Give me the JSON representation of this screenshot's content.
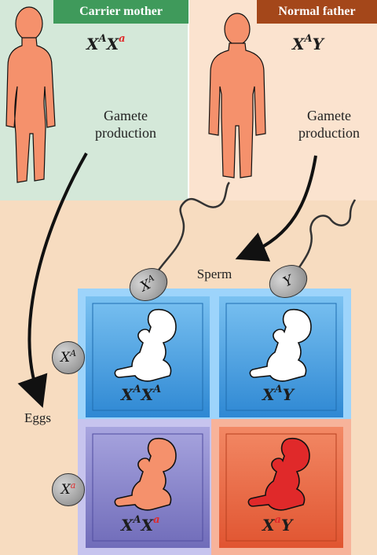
{
  "mother": {
    "header": "Carrier mother",
    "genotype": {
      "x1": "X",
      "a1": "A",
      "x2": "X",
      "a2": "a"
    },
    "process_line1": "Gamete",
    "process_line2": "production"
  },
  "father": {
    "header": "Normal father",
    "genotype": {
      "x1": "X",
      "a1": "A",
      "y": "Y"
    },
    "process_line1": "Gamete",
    "process_line2": "production"
  },
  "sperm_label": "Sperm",
  "eggs_label": "Eggs",
  "sperm": [
    {
      "x": "X",
      "allele": "A"
    },
    {
      "y": "Y"
    }
  ],
  "eggs": [
    {
      "x": "X",
      "allele": "A"
    },
    {
      "x": "X",
      "allele": "a"
    }
  ],
  "cells": {
    "tl": {
      "x1": "X",
      "a1": "A",
      "x2": "X",
      "a2": "A"
    },
    "tr": {
      "x1": "X",
      "a1": "A",
      "y": "Y"
    },
    "bl": {
      "x1": "X",
      "a1": "A",
      "x2": "X",
      "a2": "a"
    },
    "br": {
      "x1": "X",
      "a1": "a",
      "y": "Y"
    }
  },
  "colors": {
    "mother_bg": "#d4e8d9",
    "father_bg": "#fbe3cf",
    "offspring_bg": "#f7dcc0",
    "mother_header": "#3f9a5b",
    "father_header": "#a4471a",
    "figure_skin": "#f5916c",
    "allele_red": "#e0292a",
    "cell_blue": "#4a9fdf",
    "cell_purple": "#7b78c6",
    "cell_red": "#e85c3a"
  }
}
